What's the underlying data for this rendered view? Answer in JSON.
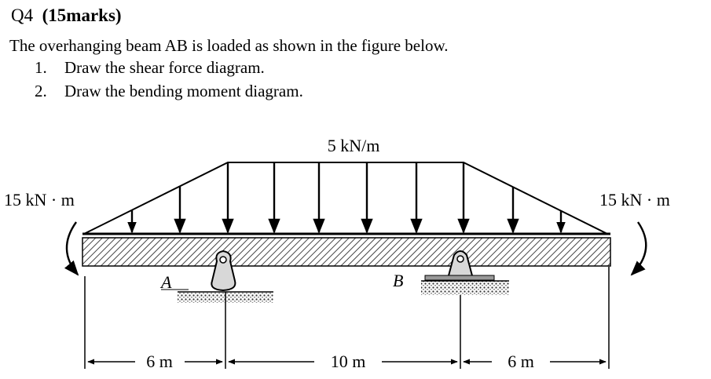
{
  "question": {
    "number": "Q4",
    "marks": "(15marks)",
    "intro": "The overhanging beam AB is loaded as shown in the figure below.",
    "tasks": [
      {
        "num": "1.",
        "text": "Draw the shear force diagram."
      },
      {
        "num": "2.",
        "text": "Draw the bending moment diagram."
      }
    ]
  },
  "figure": {
    "load_label": "5 kN/m",
    "left_moment_label": "15 kN · m",
    "right_moment_label": "15 kN · m",
    "support_a": "A",
    "support_b": "B",
    "dim_left": "6 m",
    "dim_middle": "10 m",
    "dim_right": "6 m"
  }
}
